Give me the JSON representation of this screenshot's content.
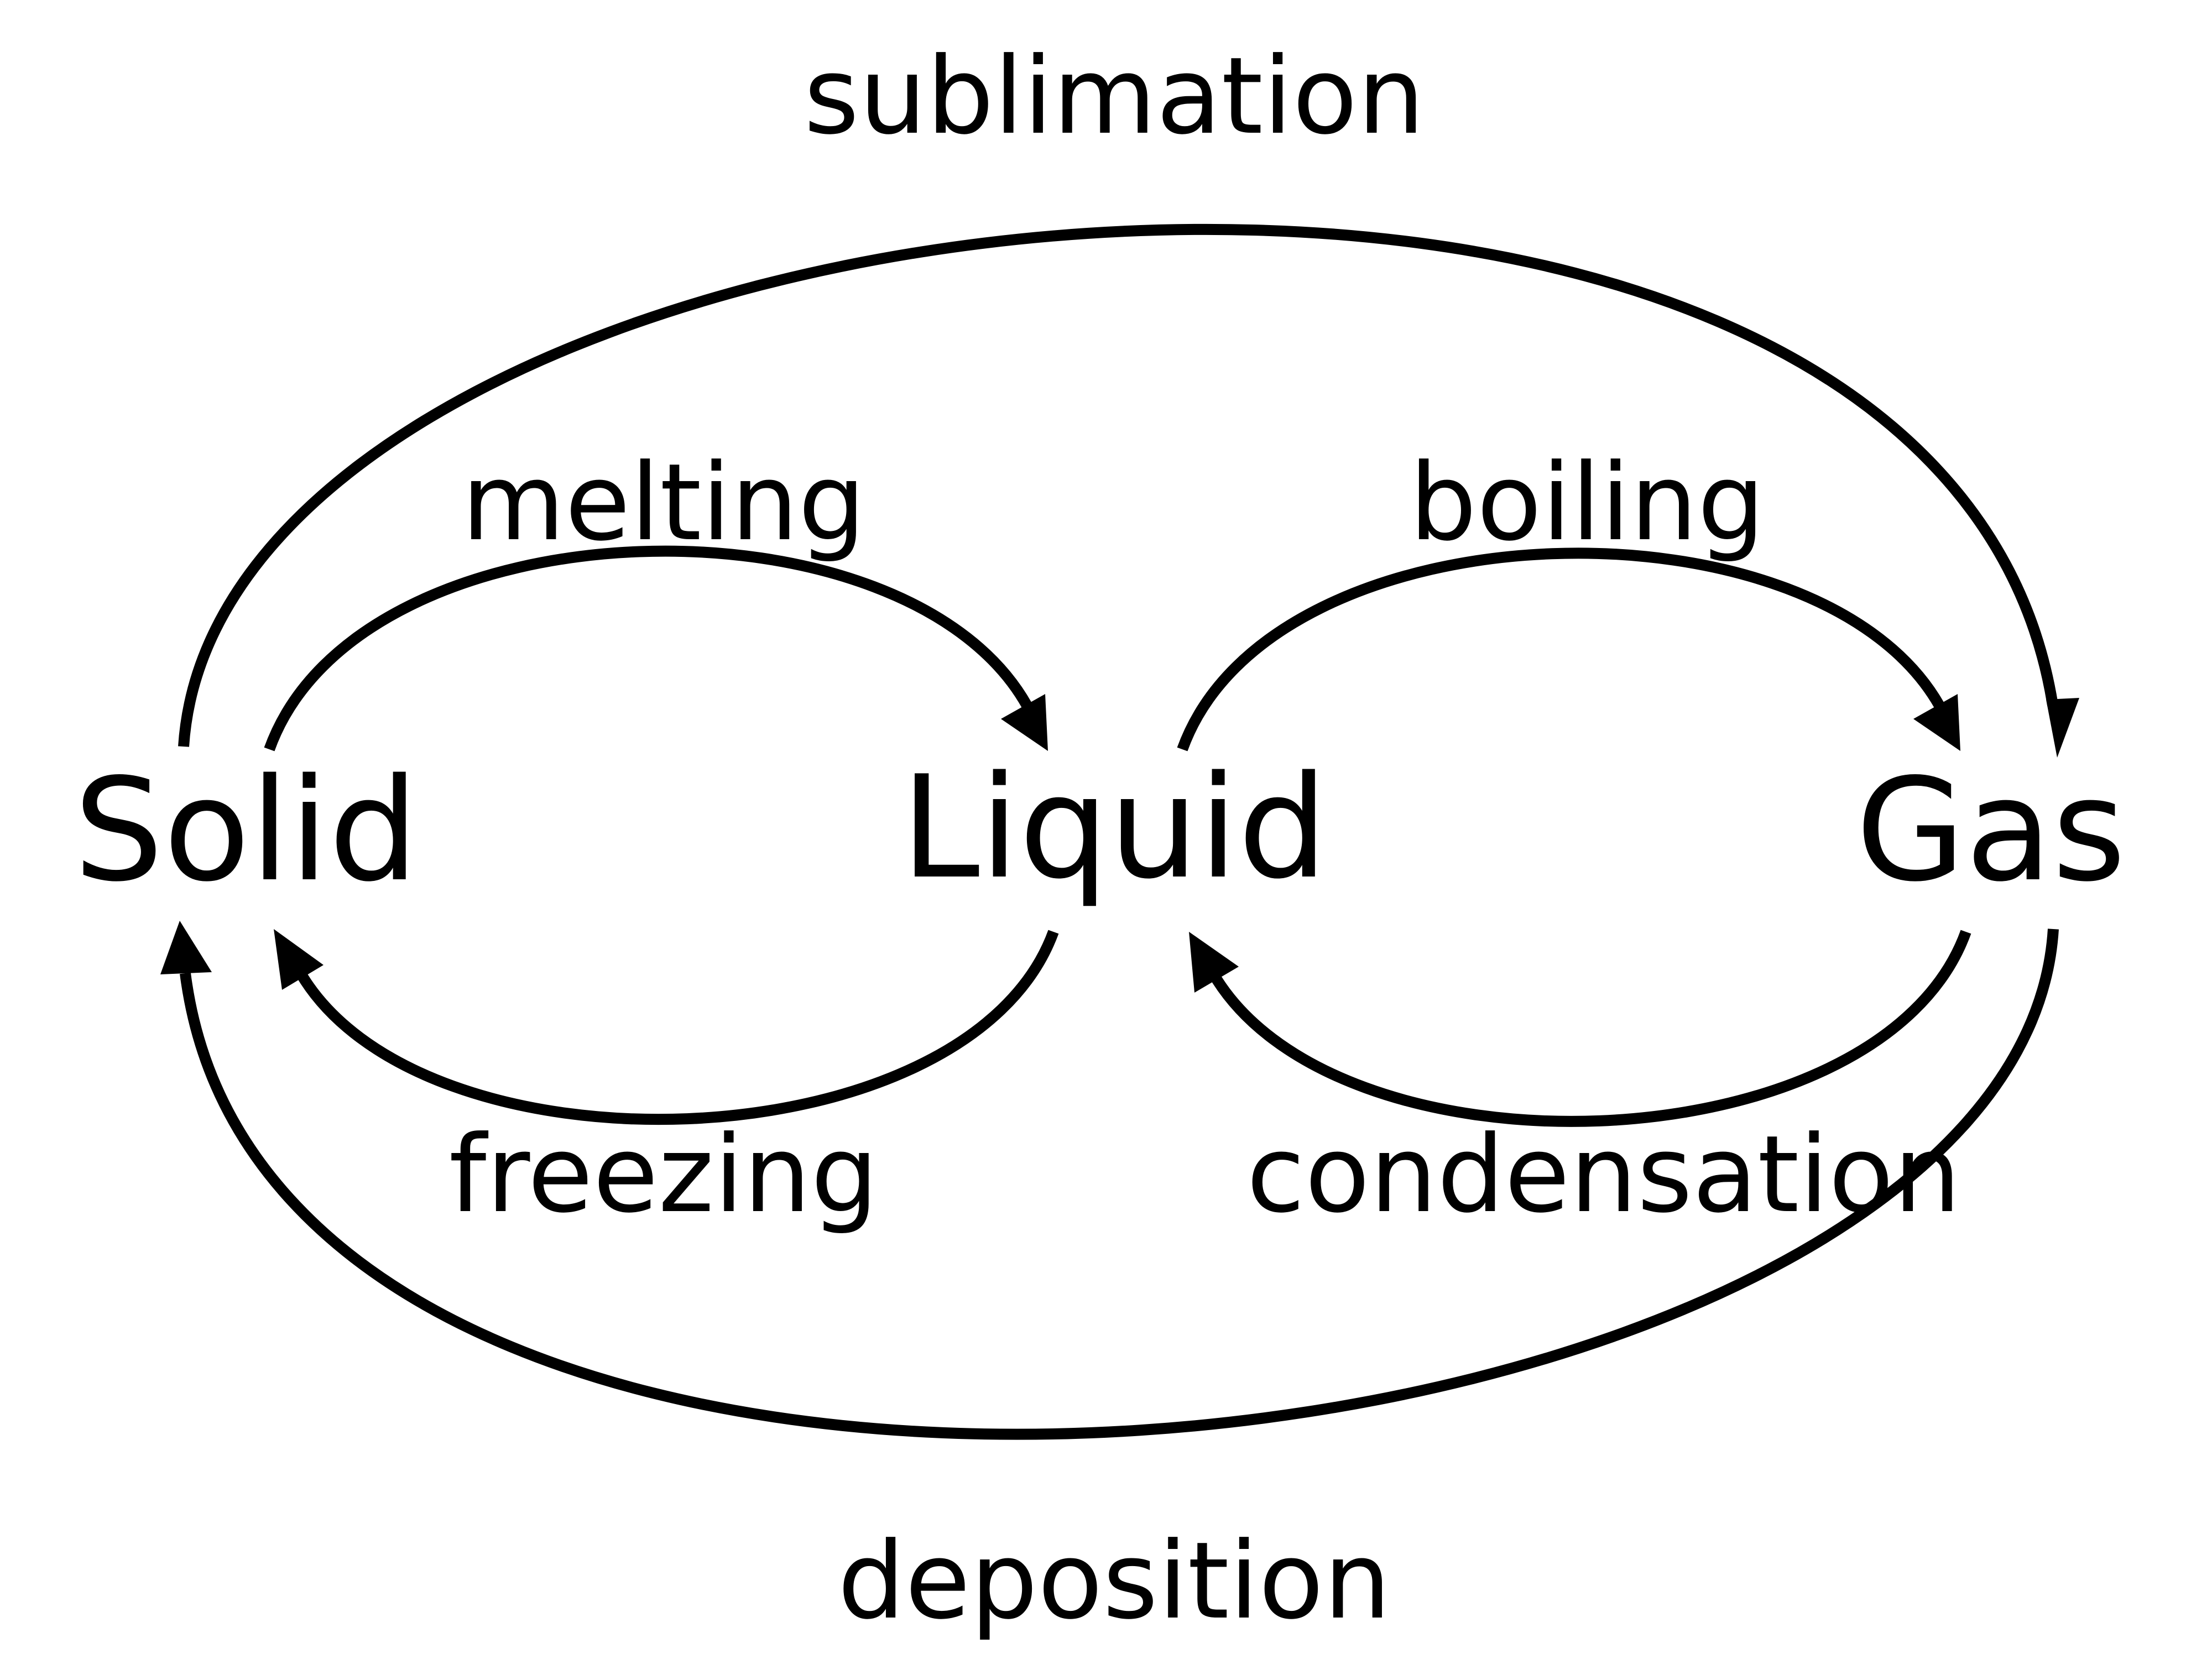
{
  "states": {
    "solid": "Solid",
    "liquid": "Liquid",
    "gas": "Gas"
  },
  "processes": {
    "sublimation": "sublimation",
    "melting": "melting",
    "boiling": "boiling",
    "freezing": "freezing",
    "condensation": "condensation",
    "deposition": "deposition"
  },
  "colors": {
    "stroke": "#000000",
    "text": "#000000",
    "background": "#ffffff"
  }
}
